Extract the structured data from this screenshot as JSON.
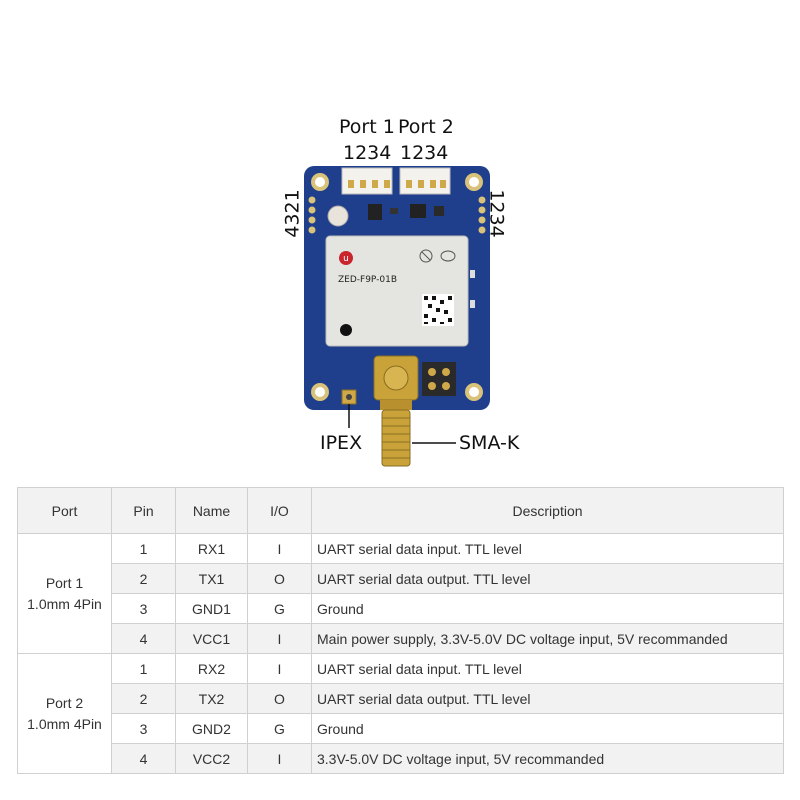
{
  "labels": {
    "port1": "Port 1",
    "port2": "Port 2",
    "port1_pins": "1234",
    "port2_pins": "1234",
    "left_pins": "4321",
    "right_pins": "1234",
    "ipex": "IPEX",
    "sma": "SMA-K"
  },
  "board": {
    "module_name": "ZED-F9P-01B",
    "logo_letter": "u",
    "pcb_color": "#1f3f8c",
    "module_color": "#e4e4e0",
    "gold_color": "#c9a23a"
  },
  "table": {
    "headers": [
      "Port",
      "Pin",
      "Name",
      "I/O",
      "Description"
    ],
    "groups": [
      {
        "port_line1": "Port 1",
        "port_line2": "1.0mm 4Pin",
        "rows": [
          {
            "pin": "1",
            "name": "RX1",
            "io": "I",
            "desc": "UART serial data input. TTL level"
          },
          {
            "pin": "2",
            "name": "TX1",
            "io": "O",
            "desc": "UART serial data output. TTL level"
          },
          {
            "pin": "3",
            "name": "GND1",
            "io": "G",
            "desc": "Ground"
          },
          {
            "pin": "4",
            "name": "VCC1",
            "io": "I",
            "desc": "Main power supply, 3.3V-5.0V DC voltage input, 5V recommanded"
          }
        ]
      },
      {
        "port_line1": "Port 2",
        "port_line2": "1.0mm 4Pin",
        "rows": [
          {
            "pin": "1",
            "name": "RX2",
            "io": "I",
            "desc": "UART serial data input. TTL level"
          },
          {
            "pin": "2",
            "name": "TX2",
            "io": "O",
            "desc": "UART serial data output. TTL level"
          },
          {
            "pin": "3",
            "name": "GND2",
            "io": "G",
            "desc": "Ground"
          },
          {
            "pin": "4",
            "name": "VCC2",
            "io": "I",
            "desc": "3.3V-5.0V DC voltage input, 5V recommanded"
          }
        ]
      }
    ]
  }
}
